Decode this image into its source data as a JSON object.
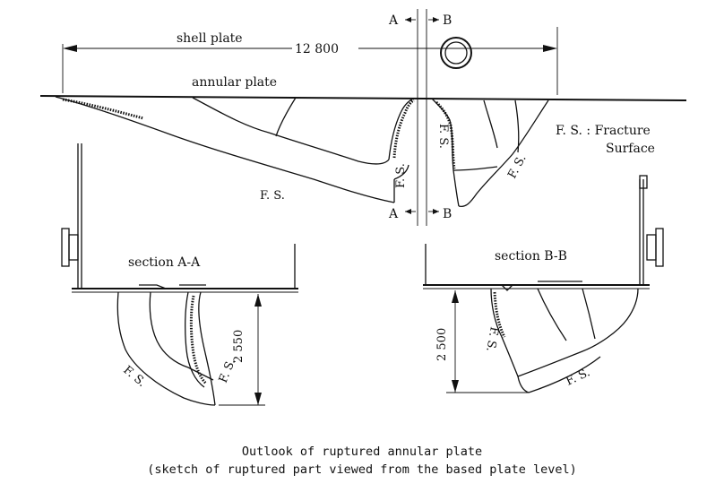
{
  "labels": {
    "shell_plate": "shell plate",
    "annular_plate": "annular plate",
    "dimension_total": "12 800",
    "section_a_marker": "A",
    "section_b_marker": "B",
    "fracture_abbrev": "F. S.",
    "fracture_legend_key": "F. S. : Fracture",
    "fracture_legend_key2": "Surface",
    "section_a_title": "section A-A",
    "section_b_title": "section B-B",
    "dim_a": "2 550",
    "dim_b": "2 500"
  },
  "caption": {
    "line1": "Outlook of ruptured annular plate",
    "line2": "(sketch of ruptured part viewed from the based plate level)"
  }
}
